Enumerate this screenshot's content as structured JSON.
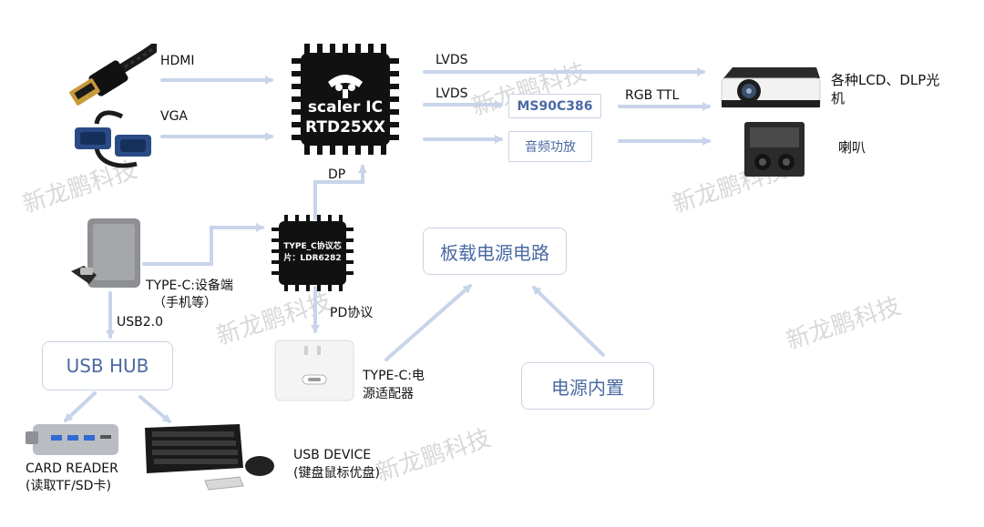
{
  "inputs": {
    "hdmi": "HDMI",
    "vga": "VGA"
  },
  "scaler": {
    "line1": "scaler IC",
    "line2": "RTD25XX"
  },
  "typec_chip": {
    "line1": "TYPE_C协议芯",
    "line2": "片：LDR6282"
  },
  "links": {
    "lvds_top": "LVDS",
    "lvds_mid": "LVDS",
    "rgb_ttl": "RGB TTL",
    "dp": "DP",
    "pd": "PD协议",
    "usb20": "USB2.0"
  },
  "boxes": {
    "ms90c386": "MS90C386",
    "audio_amp": "音频功放",
    "power_board": "板载电源电路",
    "power_builtin": "电源内置",
    "usb_hub": "USB HUB"
  },
  "outputs": {
    "projector_line1": "各种LCD、DLP光",
    "projector_line2": "机",
    "speaker": "喇叭"
  },
  "devices": {
    "typec_device_line1": "TYPE-C:设备端",
    "typec_device_line2": "（手机等）",
    "adapter_line1": "TYPE-C:电",
    "adapter_line2": "源适配器",
    "card_reader_line1": "CARD READER",
    "card_reader_line2": "(读取TF/SD卡)",
    "usb_device_line1": "USB DEVICE",
    "usb_device_line2": "(键盘鼠标优盘)"
  },
  "watermark": "新龙鹏科技",
  "colors": {
    "arrow": "#c8d4ea",
    "box_border": "#c9d3e4",
    "box_text": "#4b6aa3",
    "chip": "#111111"
  }
}
